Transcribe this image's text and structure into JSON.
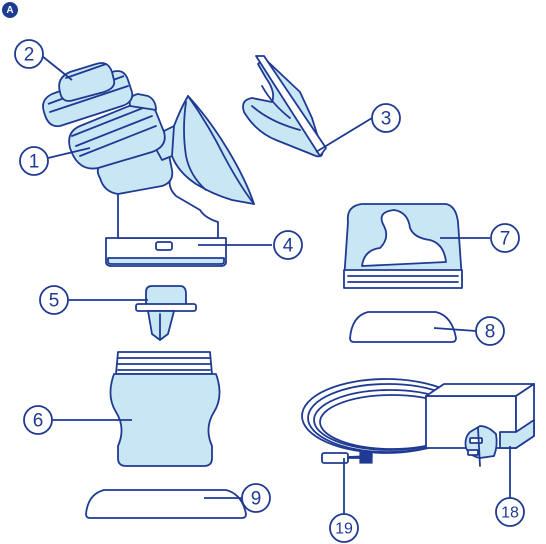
{
  "figure": {
    "badge": "A",
    "accent_color": "#1f3a93",
    "fill_color": "#c9e6f5"
  },
  "callouts": [
    {
      "id": "2",
      "label": "2"
    },
    {
      "id": "1",
      "label": "1"
    },
    {
      "id": "3",
      "label": "3"
    },
    {
      "id": "4",
      "label": "4"
    },
    {
      "id": "7",
      "label": "7"
    },
    {
      "id": "5",
      "label": "5"
    },
    {
      "id": "8",
      "label": "8"
    },
    {
      "id": "6",
      "label": "6"
    },
    {
      "id": "9",
      "label": "9"
    },
    {
      "id": "19",
      "label": "19"
    },
    {
      "id": "18",
      "label": "18"
    }
  ]
}
